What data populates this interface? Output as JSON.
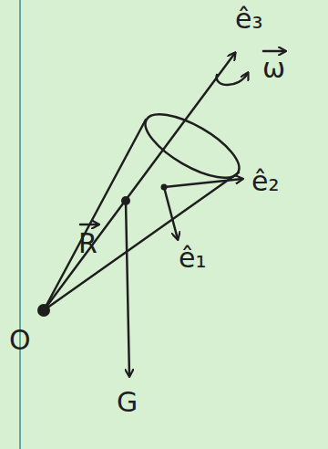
{
  "diagram": {
    "labels": [
      "ê₃",
      "ω",
      "R",
      "ê₂",
      "ê₁",
      "O",
      "G"
    ]
  }
}
